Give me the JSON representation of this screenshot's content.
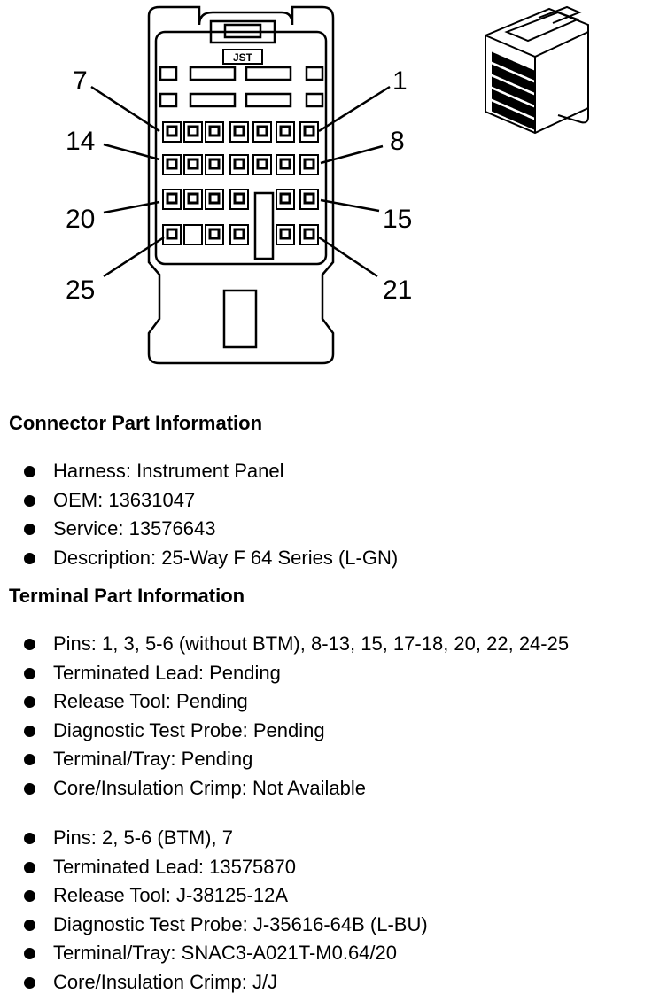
{
  "diagram": {
    "logo_text": "JST",
    "pin_labels": {
      "pin7": "7",
      "pin1": "1",
      "pin14": "14",
      "pin8": "8",
      "pin20": "20",
      "pin15": "15",
      "pin25": "25",
      "pin21": "21"
    }
  },
  "connector_info": {
    "heading": "Connector Part Information",
    "items": [
      "Harness: Instrument Panel",
      "OEM: 13631047",
      "Service: 13576643",
      "Description: 25-Way F 64 Series (L-GN)"
    ]
  },
  "terminal_info": {
    "heading": "Terminal Part Information",
    "groups": [
      {
        "items": [
          "Pins: 1, 3, 5-6 (without BTM), 8-13, 15, 17-18, 20, 22, 24-25",
          "Terminated Lead: Pending",
          "Release Tool: Pending",
          "Diagnostic Test Probe: Pending",
          "Terminal/Tray: Pending",
          "Core/Insulation Crimp: Not Available"
        ]
      },
      {
        "items": [
          "Pins: 2, 5-6 (BTM), 7",
          "Terminated Lead: 13575870",
          "Release Tool: J-38125-12A",
          "Diagnostic Test Probe: J-35616-64B (L-BU)",
          "Terminal/Tray: SNAC3-A021T-M0.64/20",
          "Core/Insulation Crimp: J/J"
        ]
      }
    ]
  }
}
